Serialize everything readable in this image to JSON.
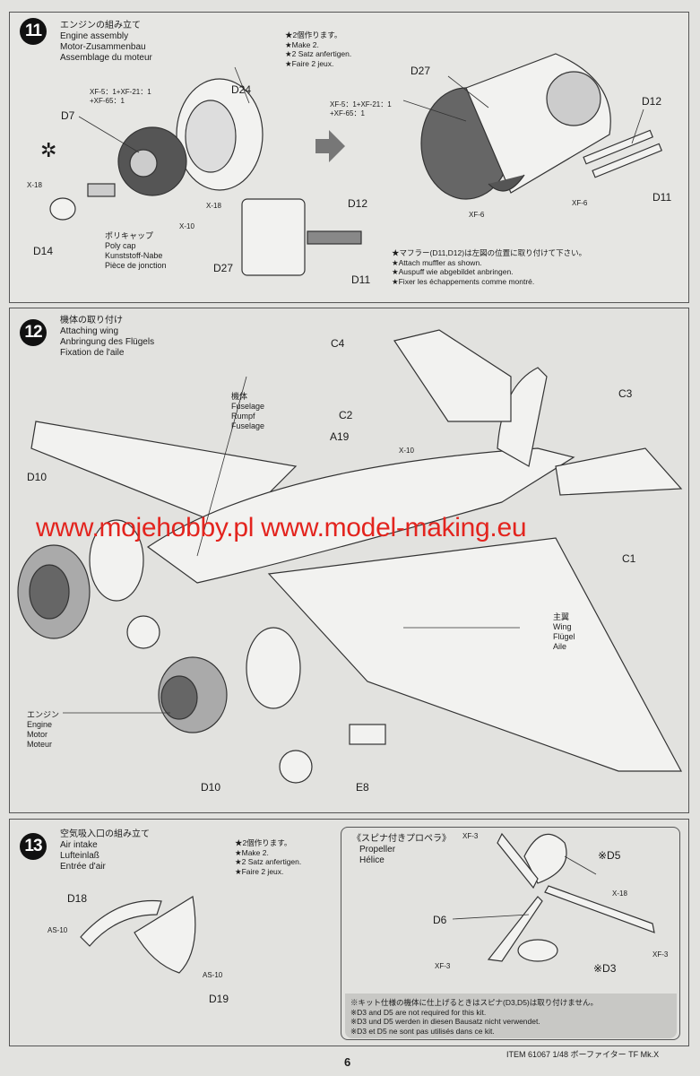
{
  "step11": {
    "number": "11",
    "title_jp": "エンジンの組み立て",
    "title_en": "Engine assembly",
    "title_de": "Motor-Zusammenbau",
    "title_fr": "Assemblage du moteur",
    "make_notes": [
      "★2個作ります。",
      "★Make 2.",
      "★2 Satz anfertigen.",
      "★Faire 2 jeux."
    ],
    "paint_mix_1": [
      "XF-5：1+XF-21：1",
      "+XF-65：1"
    ],
    "paint_mix_2": [
      "XF-5：1+XF-21：1",
      "+XF-65：1"
    ],
    "part_labels": {
      "d24": "D24",
      "d7": "D7",
      "d14": "D14",
      "x18a": "X-18",
      "x18b": "X-18",
      "x10": "X-10",
      "d27a": "D27",
      "d27b": "D27",
      "d12a": "D12",
      "d12b": "D12",
      "d11a": "D11",
      "d11b": "D11",
      "xf6a": "XF-6",
      "xf6b": "XF-6"
    },
    "polycap": [
      "ポリキャップ",
      "Poly cap",
      "Kunststoff-Nabe",
      "Pièce de jonction"
    ],
    "muffler_notes": [
      "★マフラー(D11,D12)は左図の位置に取り付けて下さい。",
      "★Attach muffler as shown.",
      "★Auspuff wie abgebildet anbringen.",
      "★Fixer les échappements comme montré."
    ]
  },
  "step12": {
    "number": "12",
    "title_jp": "機体の取り付け",
    "title_en": "Attaching wing",
    "title_de": "Anbringung des Flügels",
    "title_fr": "Fixation de l'aile",
    "fuselage": [
      "機体",
      "Fuselage",
      "Rumpf",
      "Fuselage"
    ],
    "wing": [
      "主翼",
      "Wing",
      "Flügel",
      "Aile"
    ],
    "engine": [
      "エンジン",
      "Engine",
      "Motor",
      "Moteur"
    ],
    "part_labels": {
      "c4": "C4",
      "c2": "C2",
      "c3": "C3",
      "c1": "C1",
      "a19": "A19",
      "x10": "X-10",
      "d10a": "D10",
      "d10b": "D10",
      "e8": "E8"
    }
  },
  "watermark": "www.mojehobby.pl www.model-making.eu",
  "step13": {
    "number": "13",
    "title_jp": "空気吸入口の組み立て",
    "title_en": "Air intake",
    "title_de": "Lufteinlaß",
    "title_fr": "Entrée d'air",
    "make_notes": [
      "★2個作ります。",
      "★Make 2.",
      "★2 Satz anfertigen.",
      "★Faire 2 jeux."
    ],
    "part_labels": {
      "d18": "D18",
      "as10a": "AS-10",
      "as10b": "AS-10",
      "d19": "D19"
    },
    "propeller": {
      "title_jp": "《スピナ付きプロペラ》",
      "title_en": "Propeller",
      "title_fr": "Hélice",
      "labels": {
        "xf3a": "XF-3",
        "xf3b": "XF-3",
        "xf3c": "XF-3",
        "d5": "※D5",
        "d6": "D6",
        "d3": "※D3",
        "x18": "X-18"
      },
      "notes": [
        "※キット仕様の機体に仕上げるときはスピナ(D3,D5)は取り付けません。",
        "※D3 and D5 are not required for this kit.",
        "※D3 und D5 werden in diesen Bausatz nicht verwendet.",
        "※D3 et D5 ne sont pas utilisés dans ce kit."
      ]
    }
  },
  "footer": {
    "page": "6",
    "item": "ITEM 61067  1/48 ボーファイター TF Mk.X"
  }
}
